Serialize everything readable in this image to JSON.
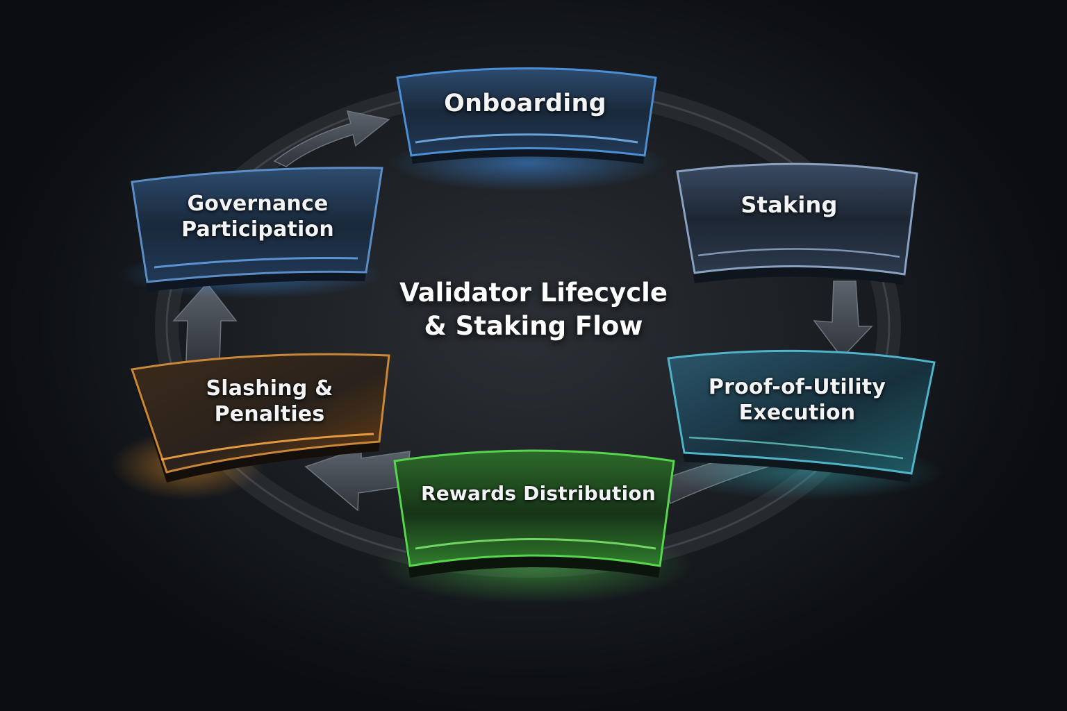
{
  "title": "Validator Lifecycle\n& Staking Flow",
  "stages": [
    {
      "label": "Onboarding",
      "accent": "#3d8fe0"
    },
    {
      "label": "Staking",
      "accent": "#8fa6c8"
    },
    {
      "label": "Proof-of-Utility\nExecution",
      "accent": "#39b2c8"
    },
    {
      "label": "Rewards Distribution",
      "accent": "#4fd64a"
    },
    {
      "label": "Slashing &\nPenalties",
      "accent": "#f29a28"
    },
    {
      "label": "Governance\nParticipation",
      "accent": "#4a9ae6"
    }
  ],
  "colors": {
    "background": "#111418",
    "panel": "#1f2a36",
    "cycle_ring": "#2c3137",
    "arrow": "#4a5058",
    "text": "#f2f4f6"
  },
  "icons": [
    "cycle-arrow-icon"
  ]
}
